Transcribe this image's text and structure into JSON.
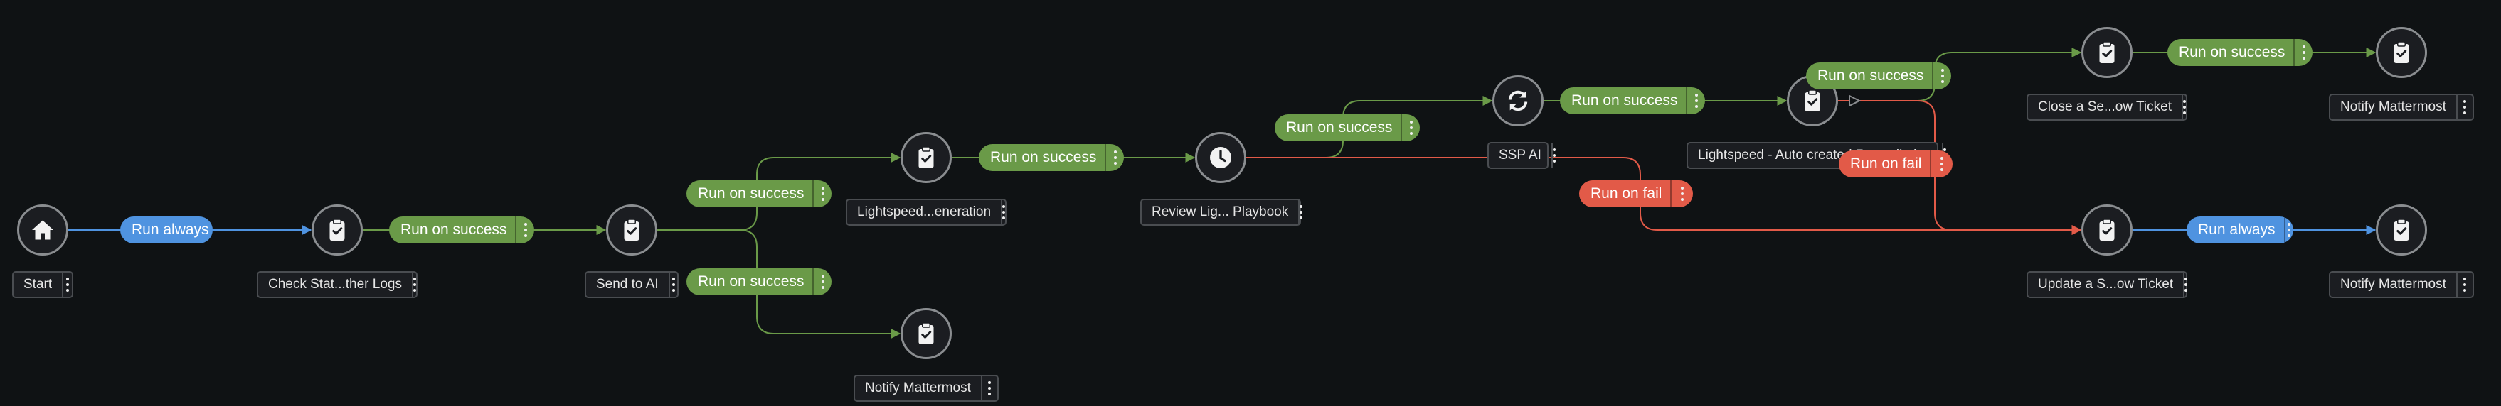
{
  "colors": {
    "background": "#0f1214",
    "success": "#6a9a48",
    "always": "#4f93e0",
    "fail": "#e25a48",
    "node_border": "#8a8d90"
  },
  "nodes": [
    {
      "id": "start",
      "icon": "home-icon",
      "label": "Start"
    },
    {
      "id": "check",
      "icon": "clipboard-check-icon",
      "label": "Check Stat...ther Logs"
    },
    {
      "id": "send",
      "icon": "clipboard-check-icon",
      "label": "Send to AI"
    },
    {
      "id": "lsgen",
      "icon": "clipboard-check-icon",
      "label": "Lightspeed...eneration"
    },
    {
      "id": "notify1",
      "icon": "clipboard-check-icon",
      "label": "Notify Mattermost"
    },
    {
      "id": "review",
      "icon": "clock-icon",
      "label": "Review Lig... Playbook"
    },
    {
      "id": "ssp",
      "icon": "sync-icon",
      "label": "SSP AI"
    },
    {
      "id": "remed",
      "icon": "clipboard-check-icon",
      "label": "Lightspeed - Auto created Remediation"
    },
    {
      "id": "close",
      "icon": "clipboard-check-icon",
      "label": "Close a Se...ow Ticket"
    },
    {
      "id": "notify2",
      "icon": "clipboard-check-icon",
      "label": "Notify Mattermost"
    },
    {
      "id": "update",
      "icon": "clipboard-check-icon",
      "label": "Update a S...ow Ticket"
    },
    {
      "id": "notify3",
      "icon": "clipboard-check-icon",
      "label": "Notify Mattermost"
    }
  ],
  "edges": [
    {
      "id": "e1",
      "type": "always",
      "label": "Run always"
    },
    {
      "id": "e2",
      "type": "success",
      "label": "Run on success"
    },
    {
      "id": "e3",
      "type": "success",
      "label": "Run on success"
    },
    {
      "id": "e4",
      "type": "success",
      "label": "Run on success"
    },
    {
      "id": "e5",
      "type": "success",
      "label": "Run on success"
    },
    {
      "id": "e6",
      "type": "success",
      "label": "Run on success"
    },
    {
      "id": "e7",
      "type": "success",
      "label": "Run on success"
    },
    {
      "id": "e8",
      "type": "fail",
      "label": "Run on fail"
    },
    {
      "id": "e9",
      "type": "success",
      "label": "Run on success"
    },
    {
      "id": "e10",
      "type": "fail",
      "label": "Run on fail"
    },
    {
      "id": "e11",
      "type": "success",
      "label": "Run on success"
    },
    {
      "id": "e12",
      "type": "always",
      "label": "Run always"
    }
  ]
}
